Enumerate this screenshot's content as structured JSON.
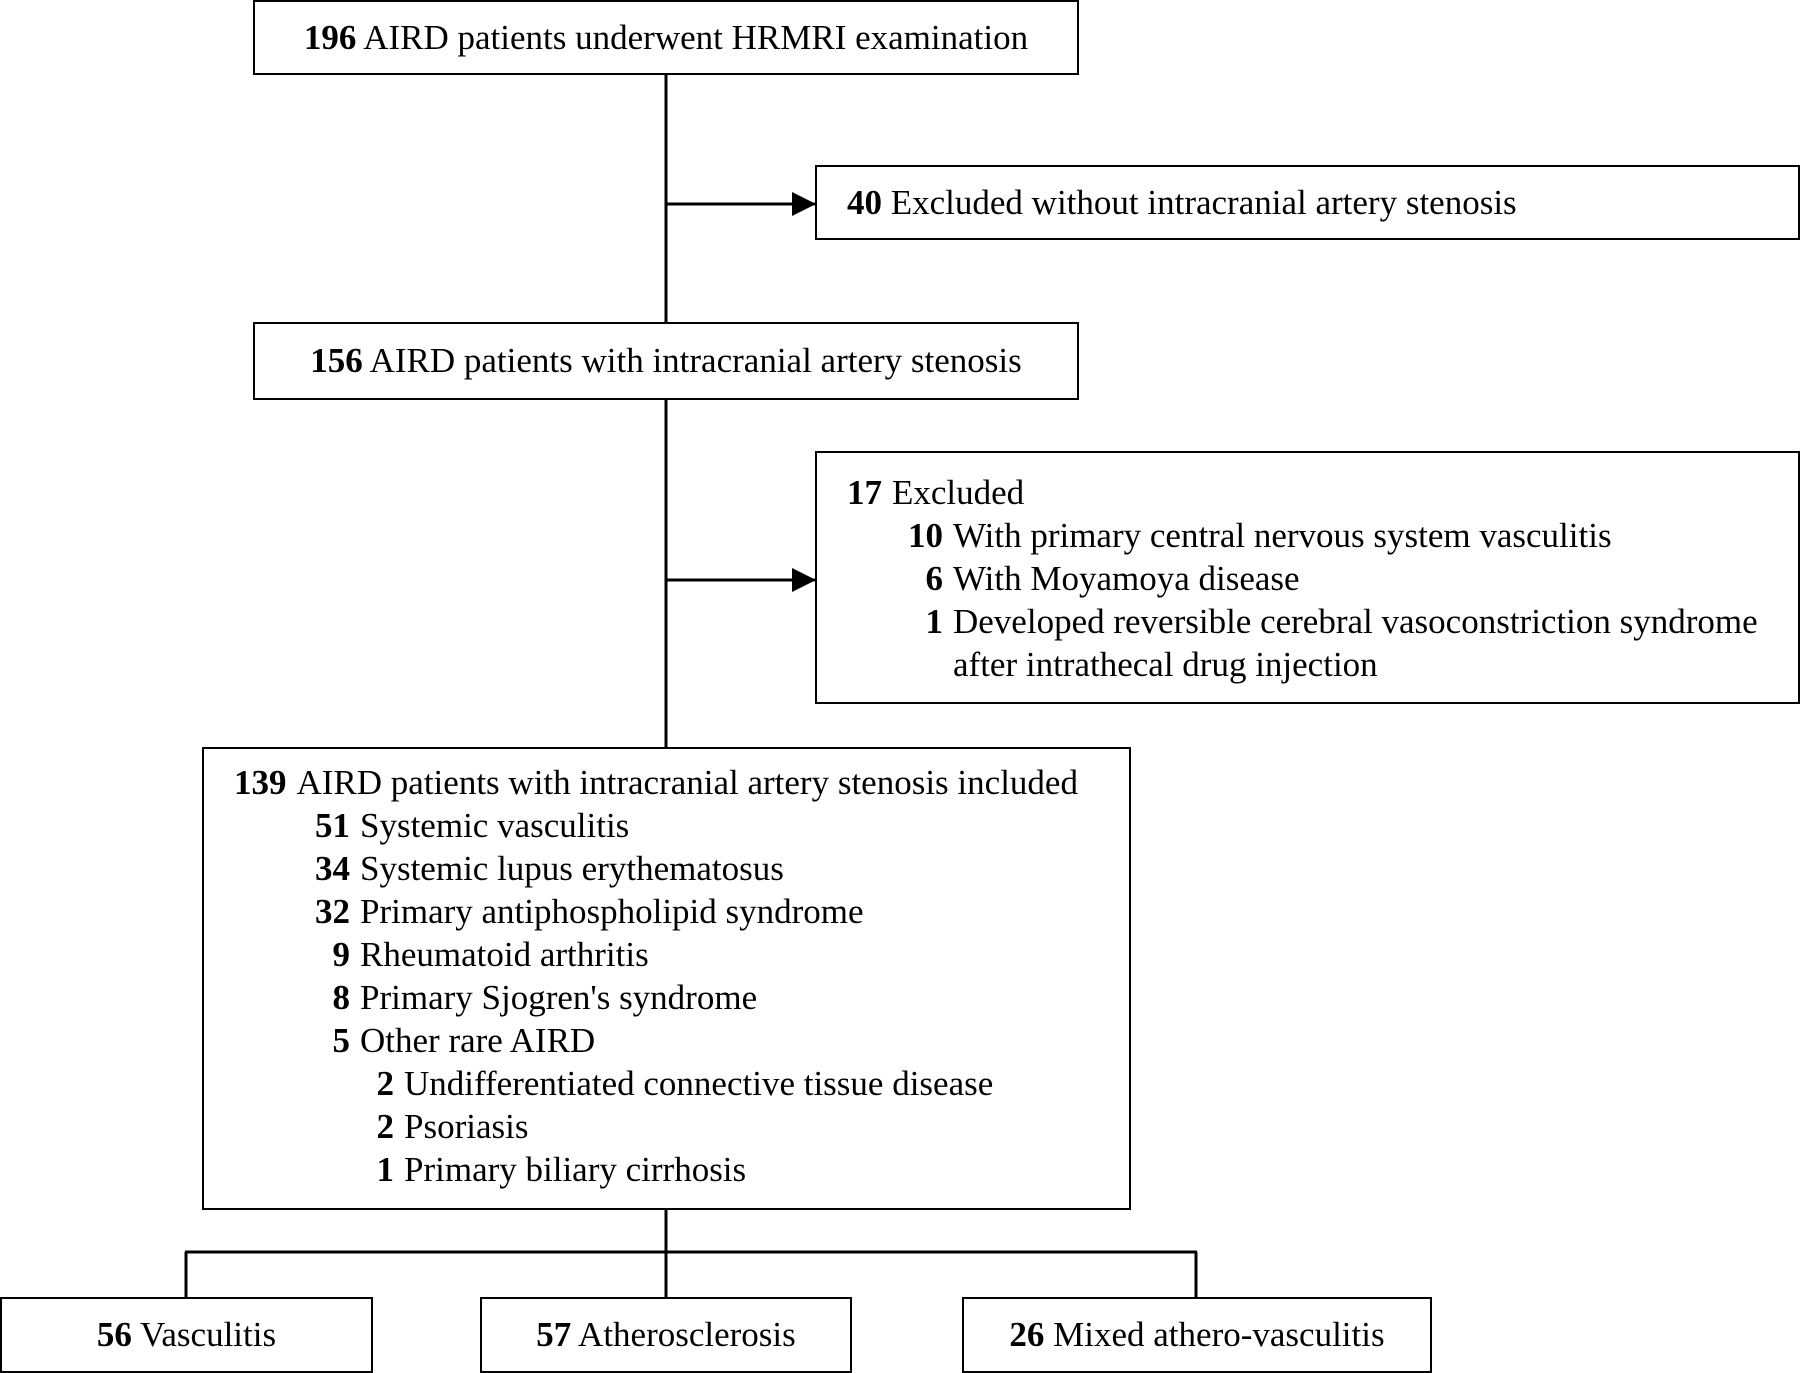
{
  "colors": {
    "line": "#000000",
    "box_border": "#000000",
    "background": "#ffffff",
    "text": "#000000"
  },
  "nodes": {
    "screened": {
      "count": "196",
      "label": "AIRD patients underwent HRMRI examination"
    },
    "excluded_no_stenosis": {
      "count": "40",
      "label": "Excluded without intracranial artery stenosis"
    },
    "with_stenosis": {
      "count": "156",
      "label": "AIRD patients with intracranial artery stenosis"
    },
    "excluded_other": {
      "count": "17",
      "label": "Excluded",
      "items": [
        {
          "count": "10",
          "label": "With primary central nervous system vasculitis"
        },
        {
          "count": "6",
          "label": "With Moyamoya disease"
        },
        {
          "count": "1",
          "label": "Developed reversible cerebral vasoconstriction syndrome",
          "label_cont": "after intrathecal drug injection"
        }
      ]
    },
    "included": {
      "count": "139",
      "label": "AIRD patients with intracranial artery stenosis included",
      "items": [
        {
          "count": "51",
          "label": "Systemic vasculitis"
        },
        {
          "count": "34",
          "label": "Systemic lupus erythematosus"
        },
        {
          "count": "32",
          "label": "Primary antiphospholipid syndrome"
        },
        {
          "count": "9",
          "label": "Rheumatoid arthritis"
        },
        {
          "count": "8",
          "label": "Primary Sjogren's syndrome"
        },
        {
          "count": "5",
          "label": "Other rare AIRD"
        }
      ],
      "subitems": [
        {
          "count": "2",
          "label": "Undifferentiated connective tissue disease"
        },
        {
          "count": "2",
          "label": "Psoriasis"
        },
        {
          "count": "1",
          "label": "Primary biliary cirrhosis"
        }
      ]
    },
    "outcomes": [
      {
        "count": "56",
        "label": "Vasculitis"
      },
      {
        "count": "57",
        "label": "Atherosclerosis"
      },
      {
        "count": "26",
        "label": "Mixed athero-vasculitis"
      }
    ]
  }
}
